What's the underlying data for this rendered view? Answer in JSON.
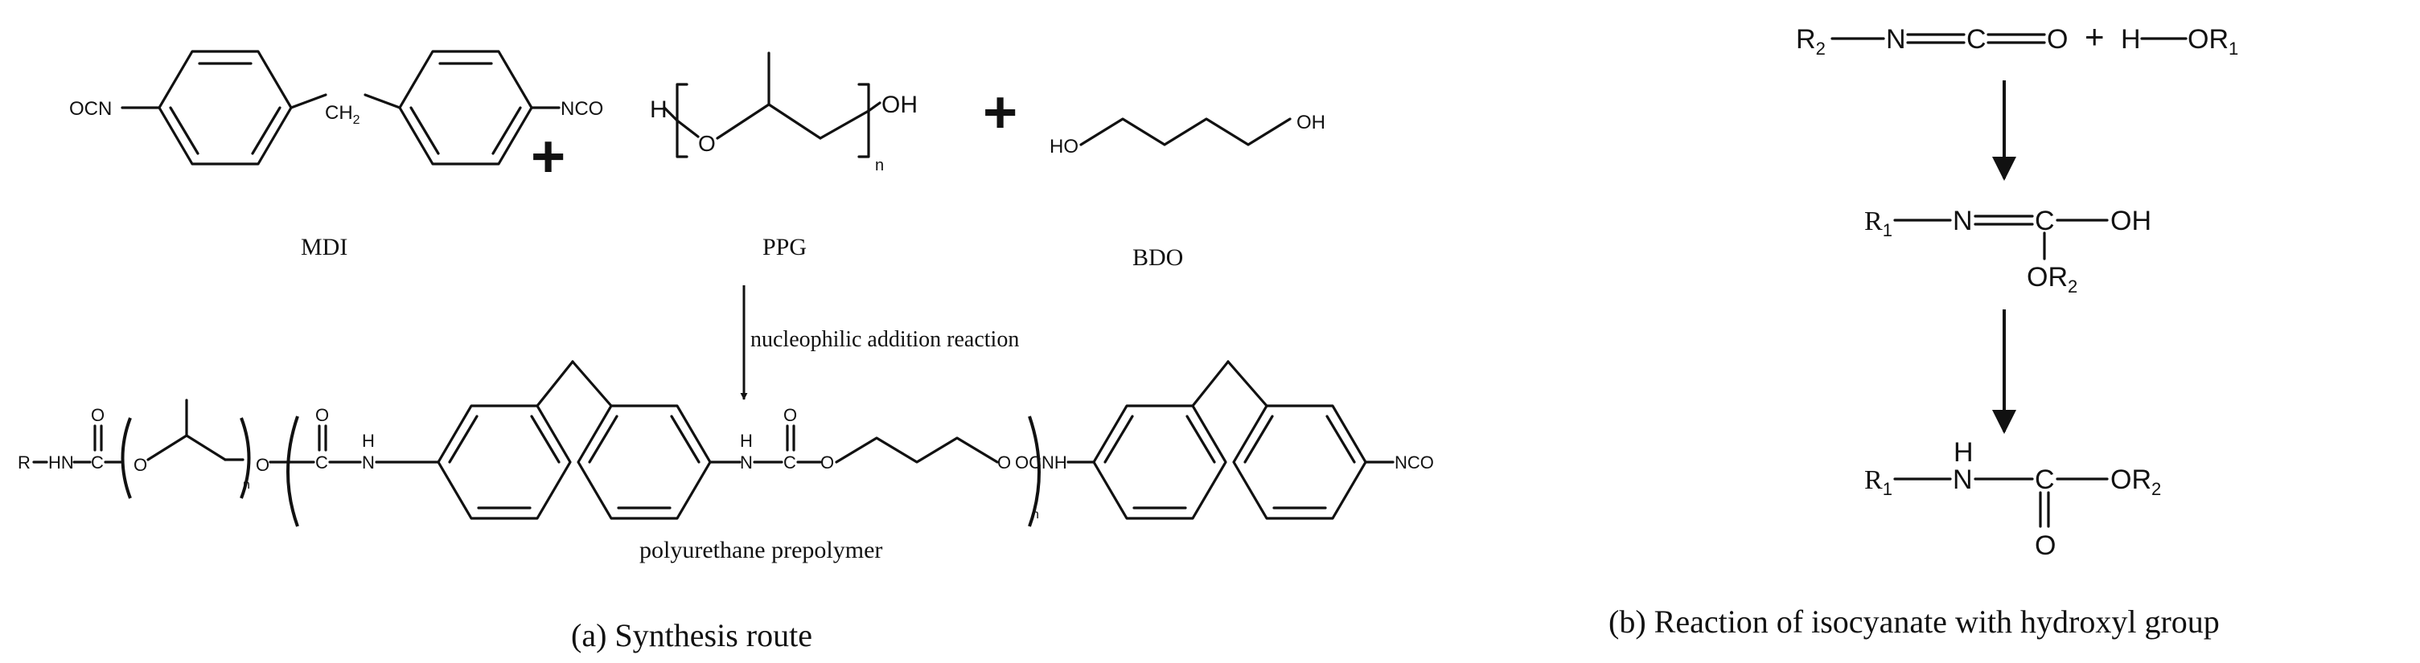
{
  "panel_a": {
    "caption": "(a) Synthesis route",
    "mdi": {
      "name": "MDI",
      "left_group": "OCN",
      "right_group": "NCO",
      "bridge": "CH",
      "bridge_sub": "2"
    },
    "plus": "+",
    "ppg": {
      "name": "PPG",
      "end_h": "H",
      "o": "O",
      "oh": "OH",
      "n": "n"
    },
    "bdo": {
      "name": "BDO",
      "left_oh": "HO",
      "right_oh": "OH"
    },
    "reaction_label": "nucleophilic addition reaction",
    "product": {
      "name": "polyurethane prepolymer",
      "start": "R",
      "hn": "HN",
      "c": "C",
      "o": "O",
      "n": "n",
      "nh_top": "H",
      "nh_n": "N",
      "ocnh": "OCNH",
      "end_nco": "NCO"
    }
  },
  "panel_b": {
    "caption": "(b) Reaction of isocyanate with hydroxyl group",
    "r": "R",
    "sub1": "1",
    "sub2": "2",
    "n": "N",
    "c": "C",
    "o": "O",
    "oh": "OH",
    "h": "H",
    "plus": "+"
  }
}
